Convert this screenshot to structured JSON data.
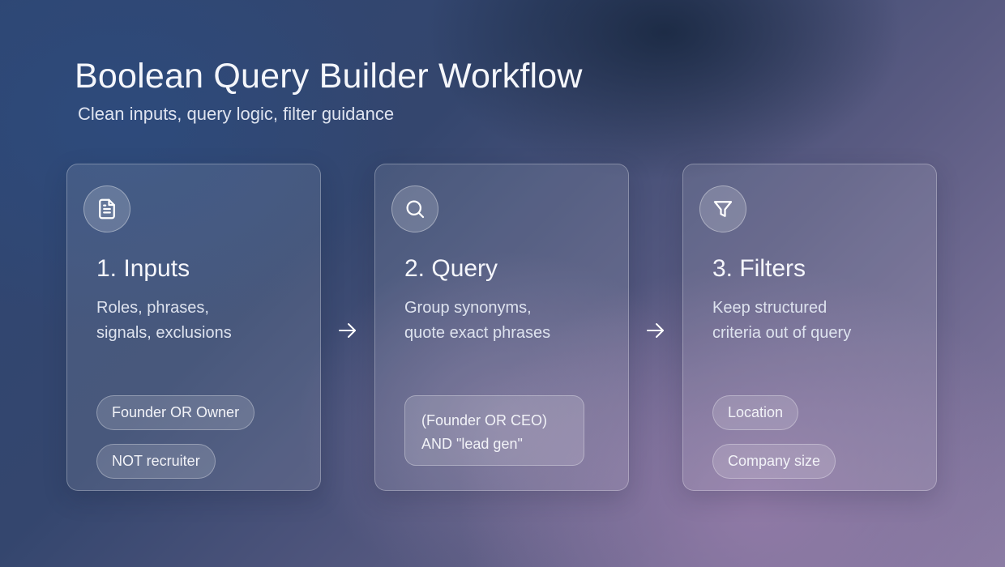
{
  "header": {
    "title": "Boolean Query Builder Workflow",
    "subtitle": "Clean inputs, query logic, filter guidance"
  },
  "steps": [
    {
      "icon": "document-icon",
      "title": "1. Inputs",
      "desc_line1": "Roles, phrases,",
      "desc_line2": "signals, exclusions",
      "pills": [
        "Founder OR Owner",
        "NOT recruiter"
      ]
    },
    {
      "icon": "search-icon",
      "title": "2. Query",
      "desc_line1": "Group synonyms,",
      "desc_line2": "quote exact phrases",
      "query_line1": "(Founder OR CEO)",
      "query_line2": "AND \"lead gen\""
    },
    {
      "icon": "filter-icon",
      "title": "3. Filters",
      "desc_line1": "Keep structured",
      "desc_line2": "criteria out of query",
      "pills": [
        "Location",
        "Company size"
      ]
    }
  ]
}
